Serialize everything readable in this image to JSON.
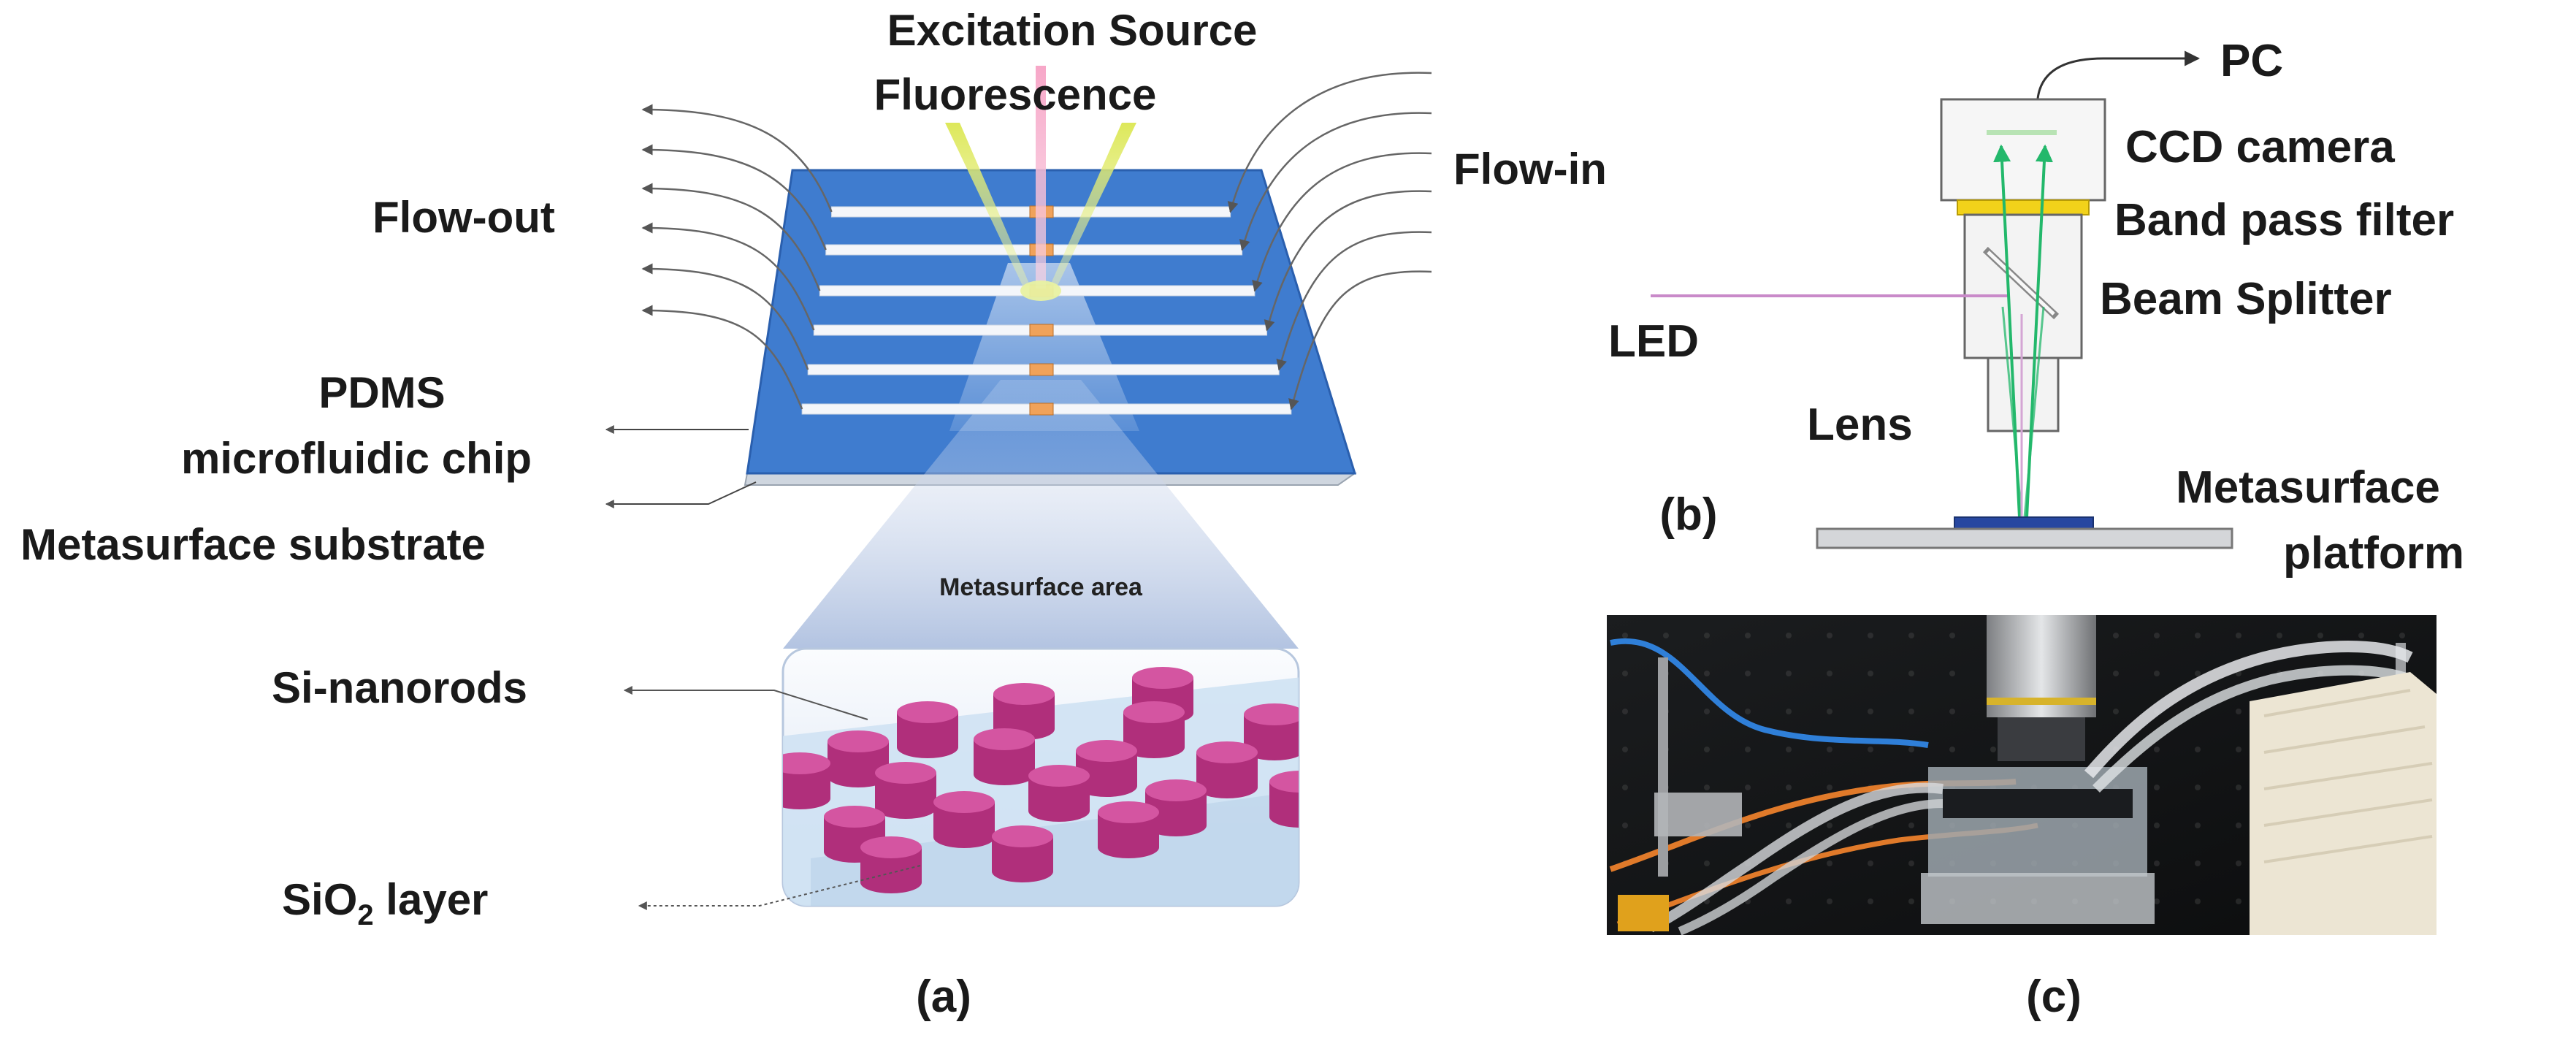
{
  "panel_a": {
    "title_excitation": "Excitation Source",
    "title_fluorescence": "Fluorescence",
    "flow_out": "Flow-out",
    "flow_in": "Flow-in",
    "pdms_line1": "PDMS",
    "pdms_line2": "microfluidic chip",
    "metasurface_substrate": "Metasurface substrate",
    "metasurface_area": "Metasurface area",
    "si_nanorods": "Si-nanorods",
    "sio2_prefix": "SiO",
    "sio2_sub": "2",
    "sio2_suffix": " layer",
    "caption": "(a)"
  },
  "panel_b": {
    "pc": "PC",
    "ccd_camera": "CCD camera",
    "band_pass_filter": "Band pass filter",
    "beam_splitter": "Beam Splitter",
    "led": "LED",
    "lens": "Lens",
    "metasurface_line1": "Metasurface",
    "metasurface_line2": "platform",
    "caption": "(b)"
  },
  "panel_c": {
    "caption": "(c)"
  },
  "colors": {
    "chip_blue": "#3f7ccf",
    "chip_edge": "#2a5fae",
    "channel": "#f4f6fa",
    "nanorod": "#c8418f",
    "led_line": "#c98ac9",
    "optical_path": "#23b86b",
    "filter": "#f2d21a"
  }
}
